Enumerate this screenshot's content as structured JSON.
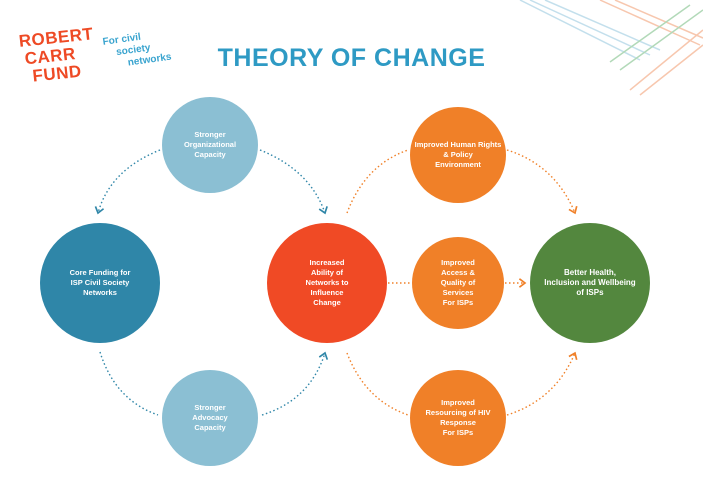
{
  "logo": {
    "name": [
      "ROBERT",
      "CARR",
      "FUND"
    ],
    "tagline": [
      "For civil",
      "society",
      "networks"
    ]
  },
  "title": "THEORY OF CHANGE",
  "nodes": {
    "core": "Core Funding for\nISP Civil Society\nNetworks",
    "organizational": "Stronger\nOrganizational\nCapacity",
    "advocacy": "Stronger\nAdvocacy\nCapacity",
    "influence": "Increased\nAbility of\nNetworks to\nInfluence\nChange",
    "rights": "Improved Human Rights\n& Policy\nEnvironment",
    "access": "Improved\nAccess &\nQuality of\nServices\nFor ISPs",
    "resourcing": "Improved\nResourcing of HIV\nResponse\nFor ISPs",
    "outcome": "Better Health,\nInclusion and Wellbeing\nof ISPs"
  },
  "colors": {
    "title": "#2e9ac4",
    "lightblue": "#8bbfd3",
    "darkblue": "#2f86a8",
    "red": "#f04a25",
    "orange": "#f08028",
    "green": "#53873e"
  }
}
